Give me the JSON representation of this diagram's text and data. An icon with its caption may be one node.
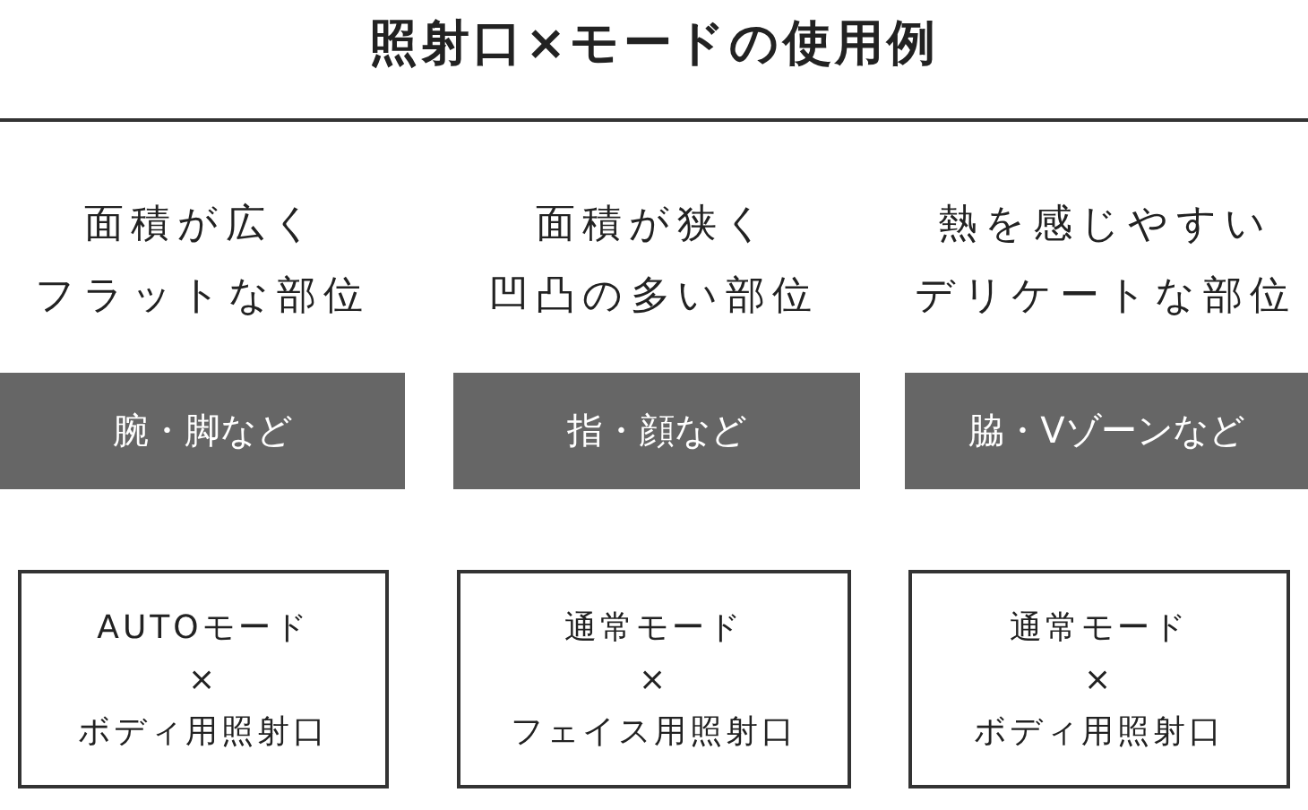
{
  "diagram": {
    "title": "照射口×モードの使用例",
    "nodes": [
      {
        "text": [
          "腕・脚など"
        ]
      },
      {
        "text": [
          "指・顔など"
        ]
      },
      {
        "text": [
          "脇・Vゾーンなど"
        ]
      },
      {
        "text": [
          "AUTOモード",
          "×",
          "ボディ用照射口"
        ]
      },
      {
        "text": [
          "通常モード",
          "×",
          "フェイス用照射口"
        ]
      },
      {
        "text": [
          "通常モード",
          "×",
          "ボディ用照射口"
        ]
      }
    ],
    "labels": [
      "面積が広く",
      "フラットな部位",
      "面積が狭く",
      "凹凸の多い部位",
      "熱を感じやすい",
      "デリケートな部位"
    ]
  }
}
